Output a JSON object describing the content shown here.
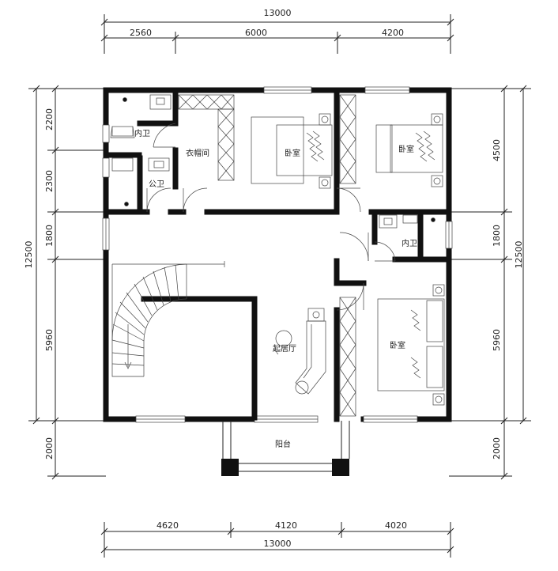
{
  "dimensions": {
    "top_total": "13000",
    "top_segments": [
      "2560",
      "6000",
      "4200"
    ],
    "bottom_segments": [
      "4620",
      "4120",
      "4020"
    ],
    "bottom_total": "13000",
    "left_segments": [
      "2200",
      "2300",
      "1800",
      "5960",
      "2000"
    ],
    "left_total": "12500",
    "right_segments": [
      "4500",
      "1800",
      "5960",
      "2000"
    ],
    "right_total": "12500"
  },
  "rooms": {
    "inner_bath_left": "内卫",
    "public_bath": "公卫",
    "cloakroom": "衣帽间",
    "bedroom_master": "卧室",
    "bedroom_northeast": "卧室",
    "inner_bath_right": "内卫",
    "living_room": "起居厅",
    "bedroom_southeast": "卧室",
    "balcony": "阳台"
  },
  "colors": {
    "line": "#111111",
    "background": "#ffffff"
  }
}
